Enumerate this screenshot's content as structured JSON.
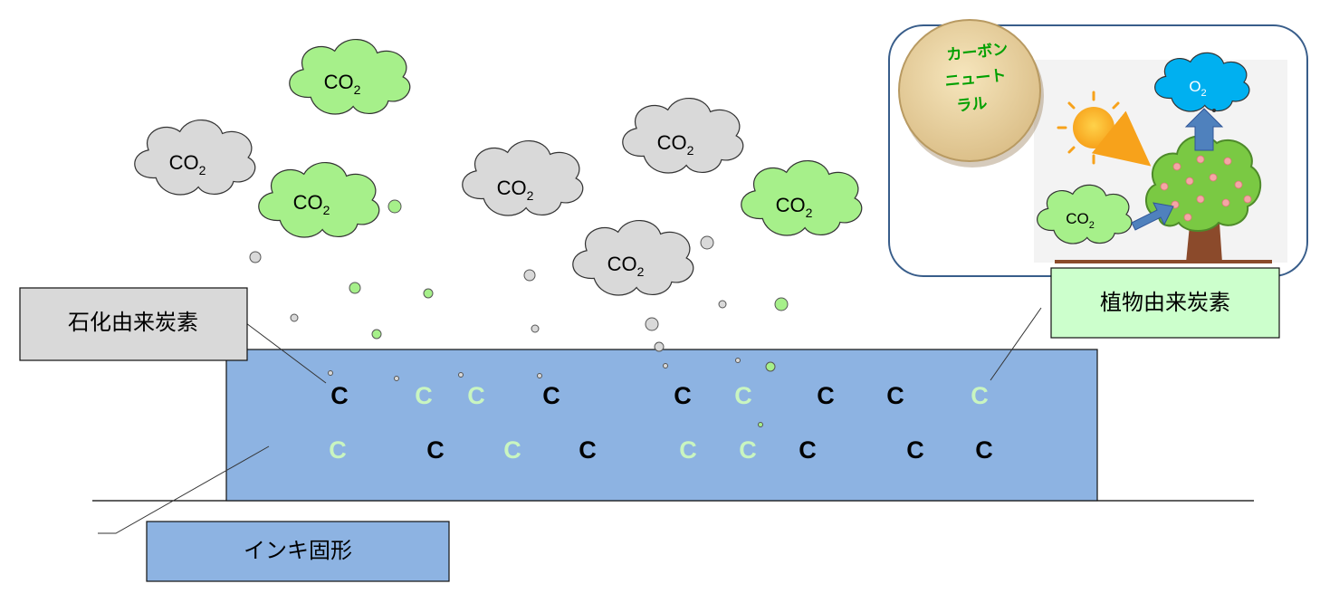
{
  "labels": {
    "fossil": "石化由来炭素",
    "plant": "植物由来炭素",
    "ink": "インキ固形"
  },
  "gas": {
    "co2_main": "CO",
    "co2_sub": "2",
    "o2_main": "O",
    "o2_sub": "2"
  },
  "carbon_symbol": "C",
  "carbon_rows": [
    [
      "fossil",
      "plant",
      "plant",
      "fossil",
      "fossil",
      "plant",
      "fossil",
      "fossil",
      "plant"
    ],
    [
      "plant",
      "fossil",
      "plant",
      "fossil",
      "plant",
      "plant",
      "fossil",
      "fossil",
      "fossil"
    ]
  ],
  "badge": {
    "line1": "カーボン",
    "line2": "ニュート",
    "line3": "ラル"
  },
  "colors": {
    "ink_block": "#8db3e2",
    "label_gray": "#d9d9d9",
    "label_green": "#ccffcc",
    "cloud_gray": "#d9d9d9",
    "cloud_green": "#a6f08a",
    "cloud_blue": "#00b0f0",
    "fossil_carbon": "#000000",
    "plant_carbon": "#c9f5c0",
    "badge_text": "#00a000",
    "inset_border": "#385d8a"
  }
}
